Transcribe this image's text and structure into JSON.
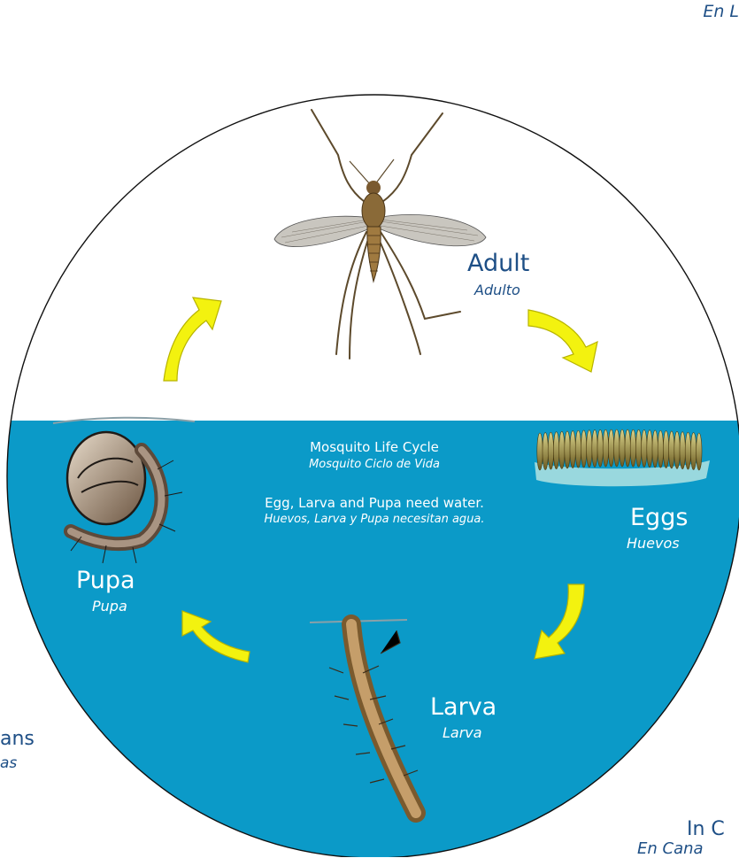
{
  "colors": {
    "water": "#0b9ac8",
    "outline": "#111111",
    "arrow": "#f3f20f",
    "arrow_edge": "#b7b300",
    "label_blue": "#1e4f86"
  },
  "icons": {
    "adult": "mosquito-adult-icon",
    "eggs": "egg-raft-icon",
    "larva": "larva-icon",
    "pupa": "pupa-icon",
    "arrow": "curved-arrow-icon"
  },
  "header": {
    "corner_top_right": "En L"
  },
  "center": {
    "title": "Mosquito Life Cycle",
    "title_es": "Mosquito Ciclo de Vida",
    "note": "Egg, Larva and Pupa need water.",
    "note_es": "Huevos, Larva y Pupa necesitan agua."
  },
  "stages": {
    "adult": {
      "label": "Adult",
      "label_es": "Adulto"
    },
    "eggs": {
      "label": "Eggs",
      "label_es": "Huevos"
    },
    "larva": {
      "label": "Larva",
      "label_es": "Larva"
    },
    "pupa": {
      "label": "Pupa",
      "label_es": "Pupa"
    }
  },
  "side_labels": {
    "left": {
      "label": "ans",
      "label_es": "as"
    },
    "right": {
      "label": "In C",
      "label_es": "En Cana"
    }
  }
}
